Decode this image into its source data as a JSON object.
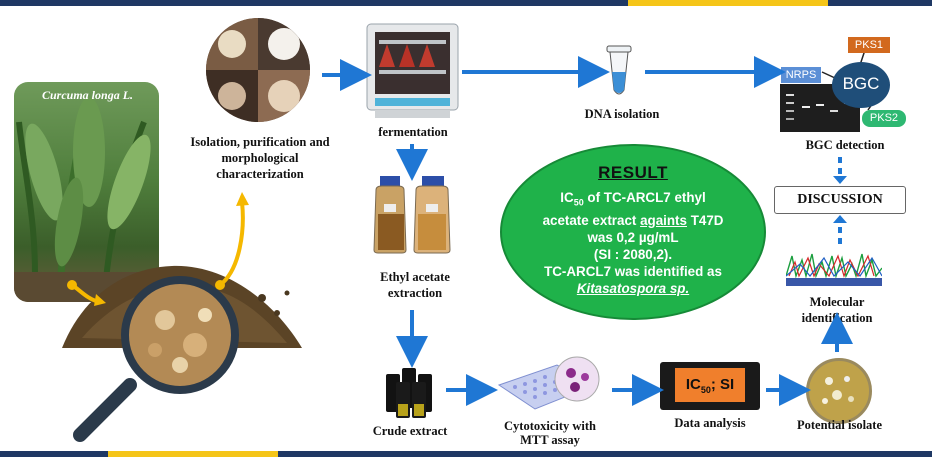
{
  "colors": {
    "navy": "#1f3864",
    "gold": "#f5c518",
    "arrow": "#1f77d4",
    "yellow_arrow": "#f5b800",
    "result_green": "#1fb24a",
    "bgc_blue": "#1f4e79",
    "nrps_blue": "#5b8fd6",
    "pks1_orange": "#d2691e",
    "pks2_green": "#2eb872",
    "ic50_orange": "#f07f2c"
  },
  "plant": {
    "label": "Curcuma longa L."
  },
  "steps": {
    "isolation": "Isolation, purification and morphological characterization",
    "fermentation": "fermentation",
    "dna": "DNA isolation",
    "bgc_detection": "BGC detection",
    "ethyl": "Ethyl acetate extraction",
    "crude": "Crude extract",
    "cytotoxicity": "Cytotoxicity with MTT assay",
    "data_analysis": "Data analysis",
    "potential": "Potential isolate",
    "molecular": "Molecular identification"
  },
  "bgc": {
    "center": "BGC",
    "nrps": "NRPS",
    "pks1": "PKS1",
    "pks2": "PKS2"
  },
  "ic_box": {
    "text_main": "IC",
    "text_sub": "50",
    "text_rest": "; SI"
  },
  "discussion": "DISCUSSION",
  "result": {
    "title": "RESULT",
    "l1a": "IC",
    "l1sub": "50",
    "l1b": " of TC-ARCL7 ethyl",
    "l2a": "acetate extract ",
    "l2u": "againts",
    "l2b": " T47D",
    "l3": "was 0,2 µg/mL",
    "l4": "(SI : 2080,2).",
    "l5": "TC-ARCL7 was identified as",
    "l6": "Kitasatospora sp."
  }
}
